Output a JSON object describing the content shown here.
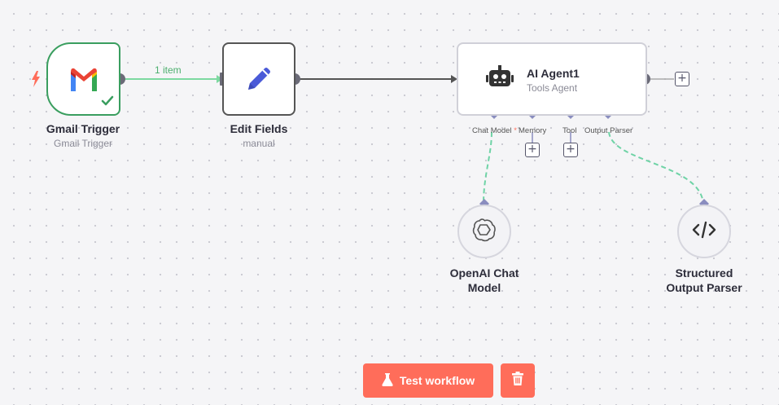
{
  "nodes": {
    "gmail_trigger": {
      "title": "Gmail Trigger",
      "subtitle": "Gmail Trigger",
      "icon": "gmail-icon",
      "status": "success",
      "trigger_icon": "bolt-icon"
    },
    "edit_fields": {
      "title": "Edit Fields",
      "subtitle": "manual",
      "icon": "pencil-icon"
    },
    "ai_agent": {
      "title": "AI Agent1",
      "subtitle": "Tools Agent",
      "icon": "robot-icon",
      "inputs": {
        "chat_model": "Chat Model",
        "chat_model_required": "*",
        "memory": "Memory",
        "tool": "Tool",
        "output_parser": "Output Parser"
      }
    },
    "openai_chat": {
      "title_line1": "OpenAI Chat",
      "title_line2": "Model",
      "icon": "openai-icon"
    },
    "structured_parser": {
      "title_line1": "Structured",
      "title_line2": "Output Parser",
      "icon": "code-icon"
    }
  },
  "edges": {
    "gmail_to_edit_label": "1 item"
  },
  "add_buttons": {
    "symbol": "+"
  },
  "toolbar": {
    "test_workflow": "Test workflow",
    "test_icon": "flask-icon",
    "delete_icon": "trash-icon"
  },
  "colors": {
    "success": "#3a9e5f",
    "accent": "#ff6d5a",
    "success_edge": "#7dd9a0",
    "connector": "#8a8dbf"
  }
}
